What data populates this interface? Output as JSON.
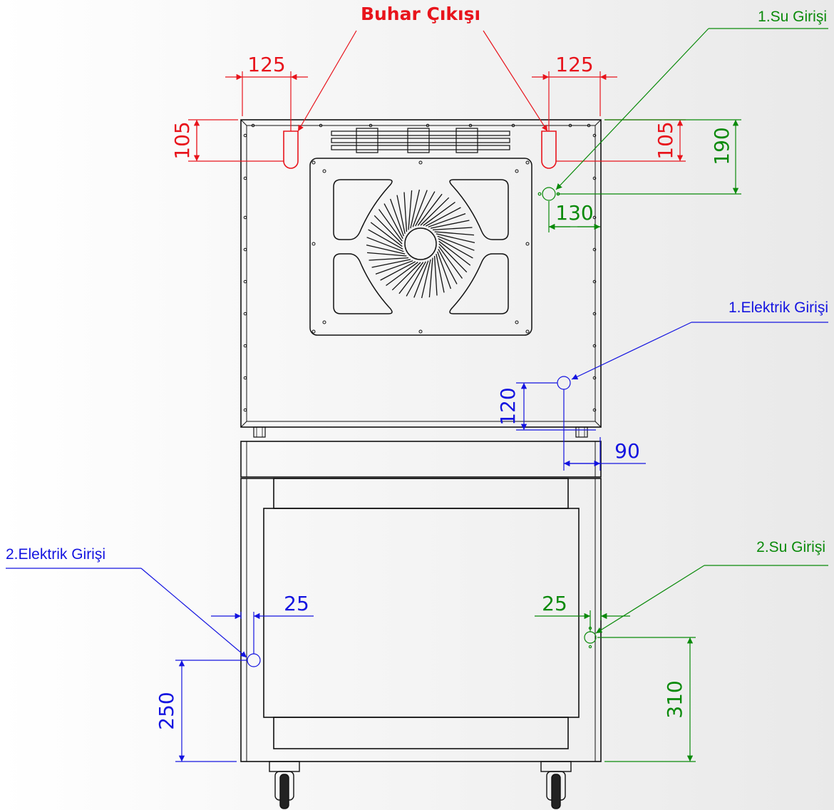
{
  "colors": {
    "steam": "#e8141c",
    "water": "#0a8a0a",
    "electric": "#1414e0",
    "outline": "#111111"
  },
  "labels": {
    "steam_outlet": "Buhar Çıkışı",
    "water_inlet_1": "1.Su Girişi",
    "water_inlet_2": "2.Su Girişi",
    "electric_inlet_1": "1.Elektrik Girişi",
    "electric_inlet_2": "2.Elektrik Girişi"
  },
  "dimensions": {
    "steam_left_offset": "125",
    "steam_right_offset": "125",
    "steam_left_height": "105",
    "steam_right_height": "105",
    "water1_height": "190",
    "water1_offset": "130",
    "electric1_height": "120",
    "electric1_offset": "90",
    "electric2_offset": "25",
    "water2_offset": "25",
    "electric2_height": "250",
    "water2_height": "310"
  }
}
